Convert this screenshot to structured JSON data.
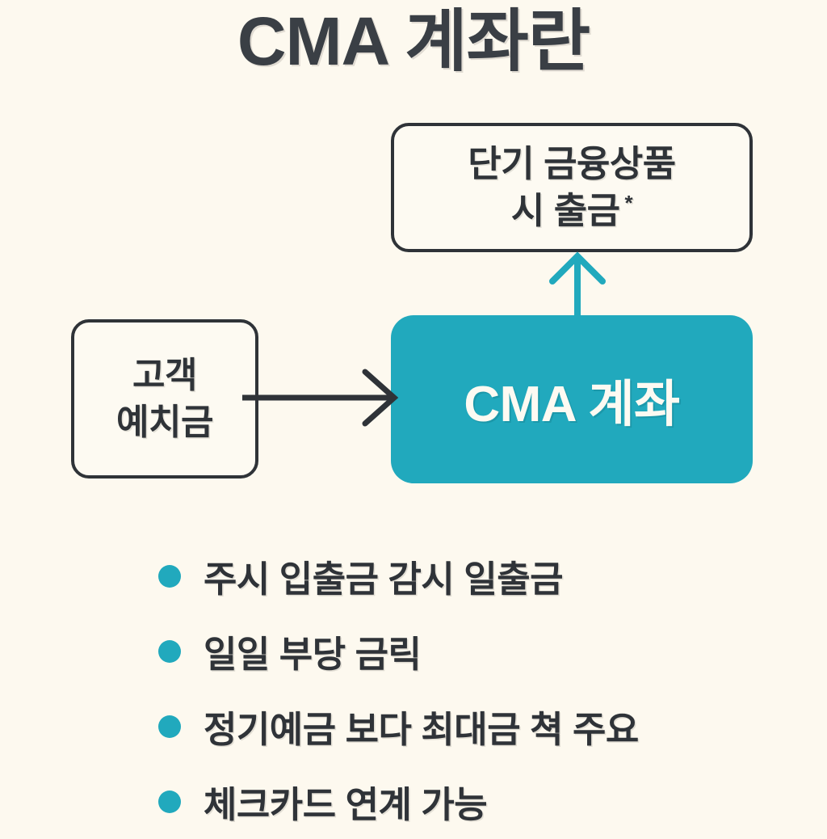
{
  "page": {
    "background_color": "#fdf9ef",
    "title": "CMA 계좌란"
  },
  "colors": {
    "background": "#fdf9ef",
    "ink": "#2f3338",
    "title_ink": "#3a3f45",
    "accent_teal": "#21a9bd",
    "box_fill": "#fdfaf2",
    "teal_box_text": "#fdfaf2"
  },
  "diagram": {
    "type": "flow",
    "nodes": [
      {
        "id": "customer-deposit",
        "style": "outline",
        "lines": [
          "고객",
          "예치금"
        ]
      },
      {
        "id": "cma-account",
        "style": "filled-teal",
        "label": "CMA 계좌"
      },
      {
        "id": "short-term-product",
        "style": "outline",
        "lines": [
          "단기 금융상품",
          "시 출금"
        ],
        "marker": "*"
      }
    ],
    "edges": [
      {
        "id": "deposit-to-cma",
        "from": "customer-deposit",
        "to": "cma-account",
        "direction": "right",
        "color": "#2f3338"
      },
      {
        "id": "cma-to-short-term",
        "from": "cma-account",
        "to": "short-term-product",
        "direction": "up",
        "color": "#21a9bd"
      }
    ]
  },
  "bullets": [
    {
      "text": "주시 입출금 감시 일출금"
    },
    {
      "text": "일일 부당 금릭"
    },
    {
      "text": "정기예금 보다 최대금 쳑 주요"
    },
    {
      "text": "체크카드 연계 가능"
    }
  ]
}
